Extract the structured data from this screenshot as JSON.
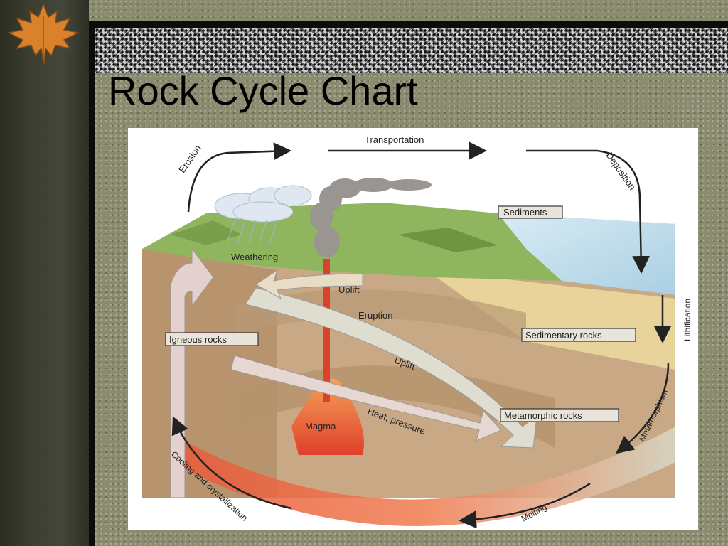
{
  "slide": {
    "title": "Rock Cycle Chart"
  },
  "decoration": {
    "leaf_icon": "maple-leaf",
    "leaf_color": "#d9822b"
  },
  "diagram": {
    "labels": {
      "erosion": "Erosion",
      "transportation": "Transportation",
      "deposition": "Deposition",
      "sediments": "Sediments",
      "lithification": "Lithification",
      "weathering": "Weathering",
      "uplift_top": "Uplift",
      "eruption": "Eruption",
      "igneous_rocks": "Igneous rocks",
      "uplift_middle": "Uplift",
      "sedimentary_rocks": "Sedimentary rocks",
      "metamorphism": "Metamorphism",
      "magma": "Magma",
      "heat_pressure": "Heat, pressure",
      "metamorphic_rocks": "Metamorphic rocks",
      "cooling": "Cooling and crystallization",
      "melting": "Melting"
    }
  }
}
